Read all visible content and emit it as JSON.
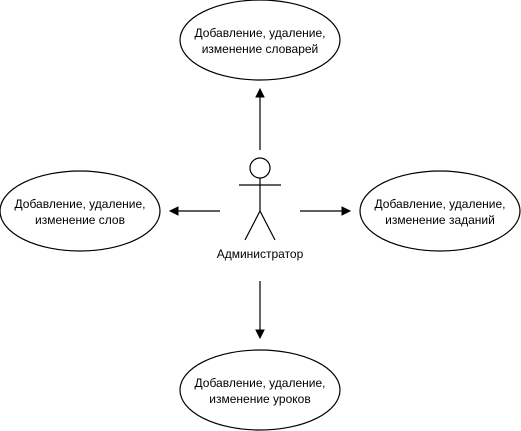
{
  "actor": {
    "name": "Администратор"
  },
  "use_cases": [
    {
      "id": "dictionaries",
      "line1": "Добавление, удаление,",
      "line2": "изменение словарей"
    },
    {
      "id": "words",
      "line1": "Добавление, удаление,",
      "line2": "изменение слов"
    },
    {
      "id": "tasks",
      "line1": "Добавление, удаление,",
      "line2": "изменение заданий"
    },
    {
      "id": "lessons",
      "line1": "Добавление, удаление,",
      "line2": "изменение уроков"
    }
  ]
}
